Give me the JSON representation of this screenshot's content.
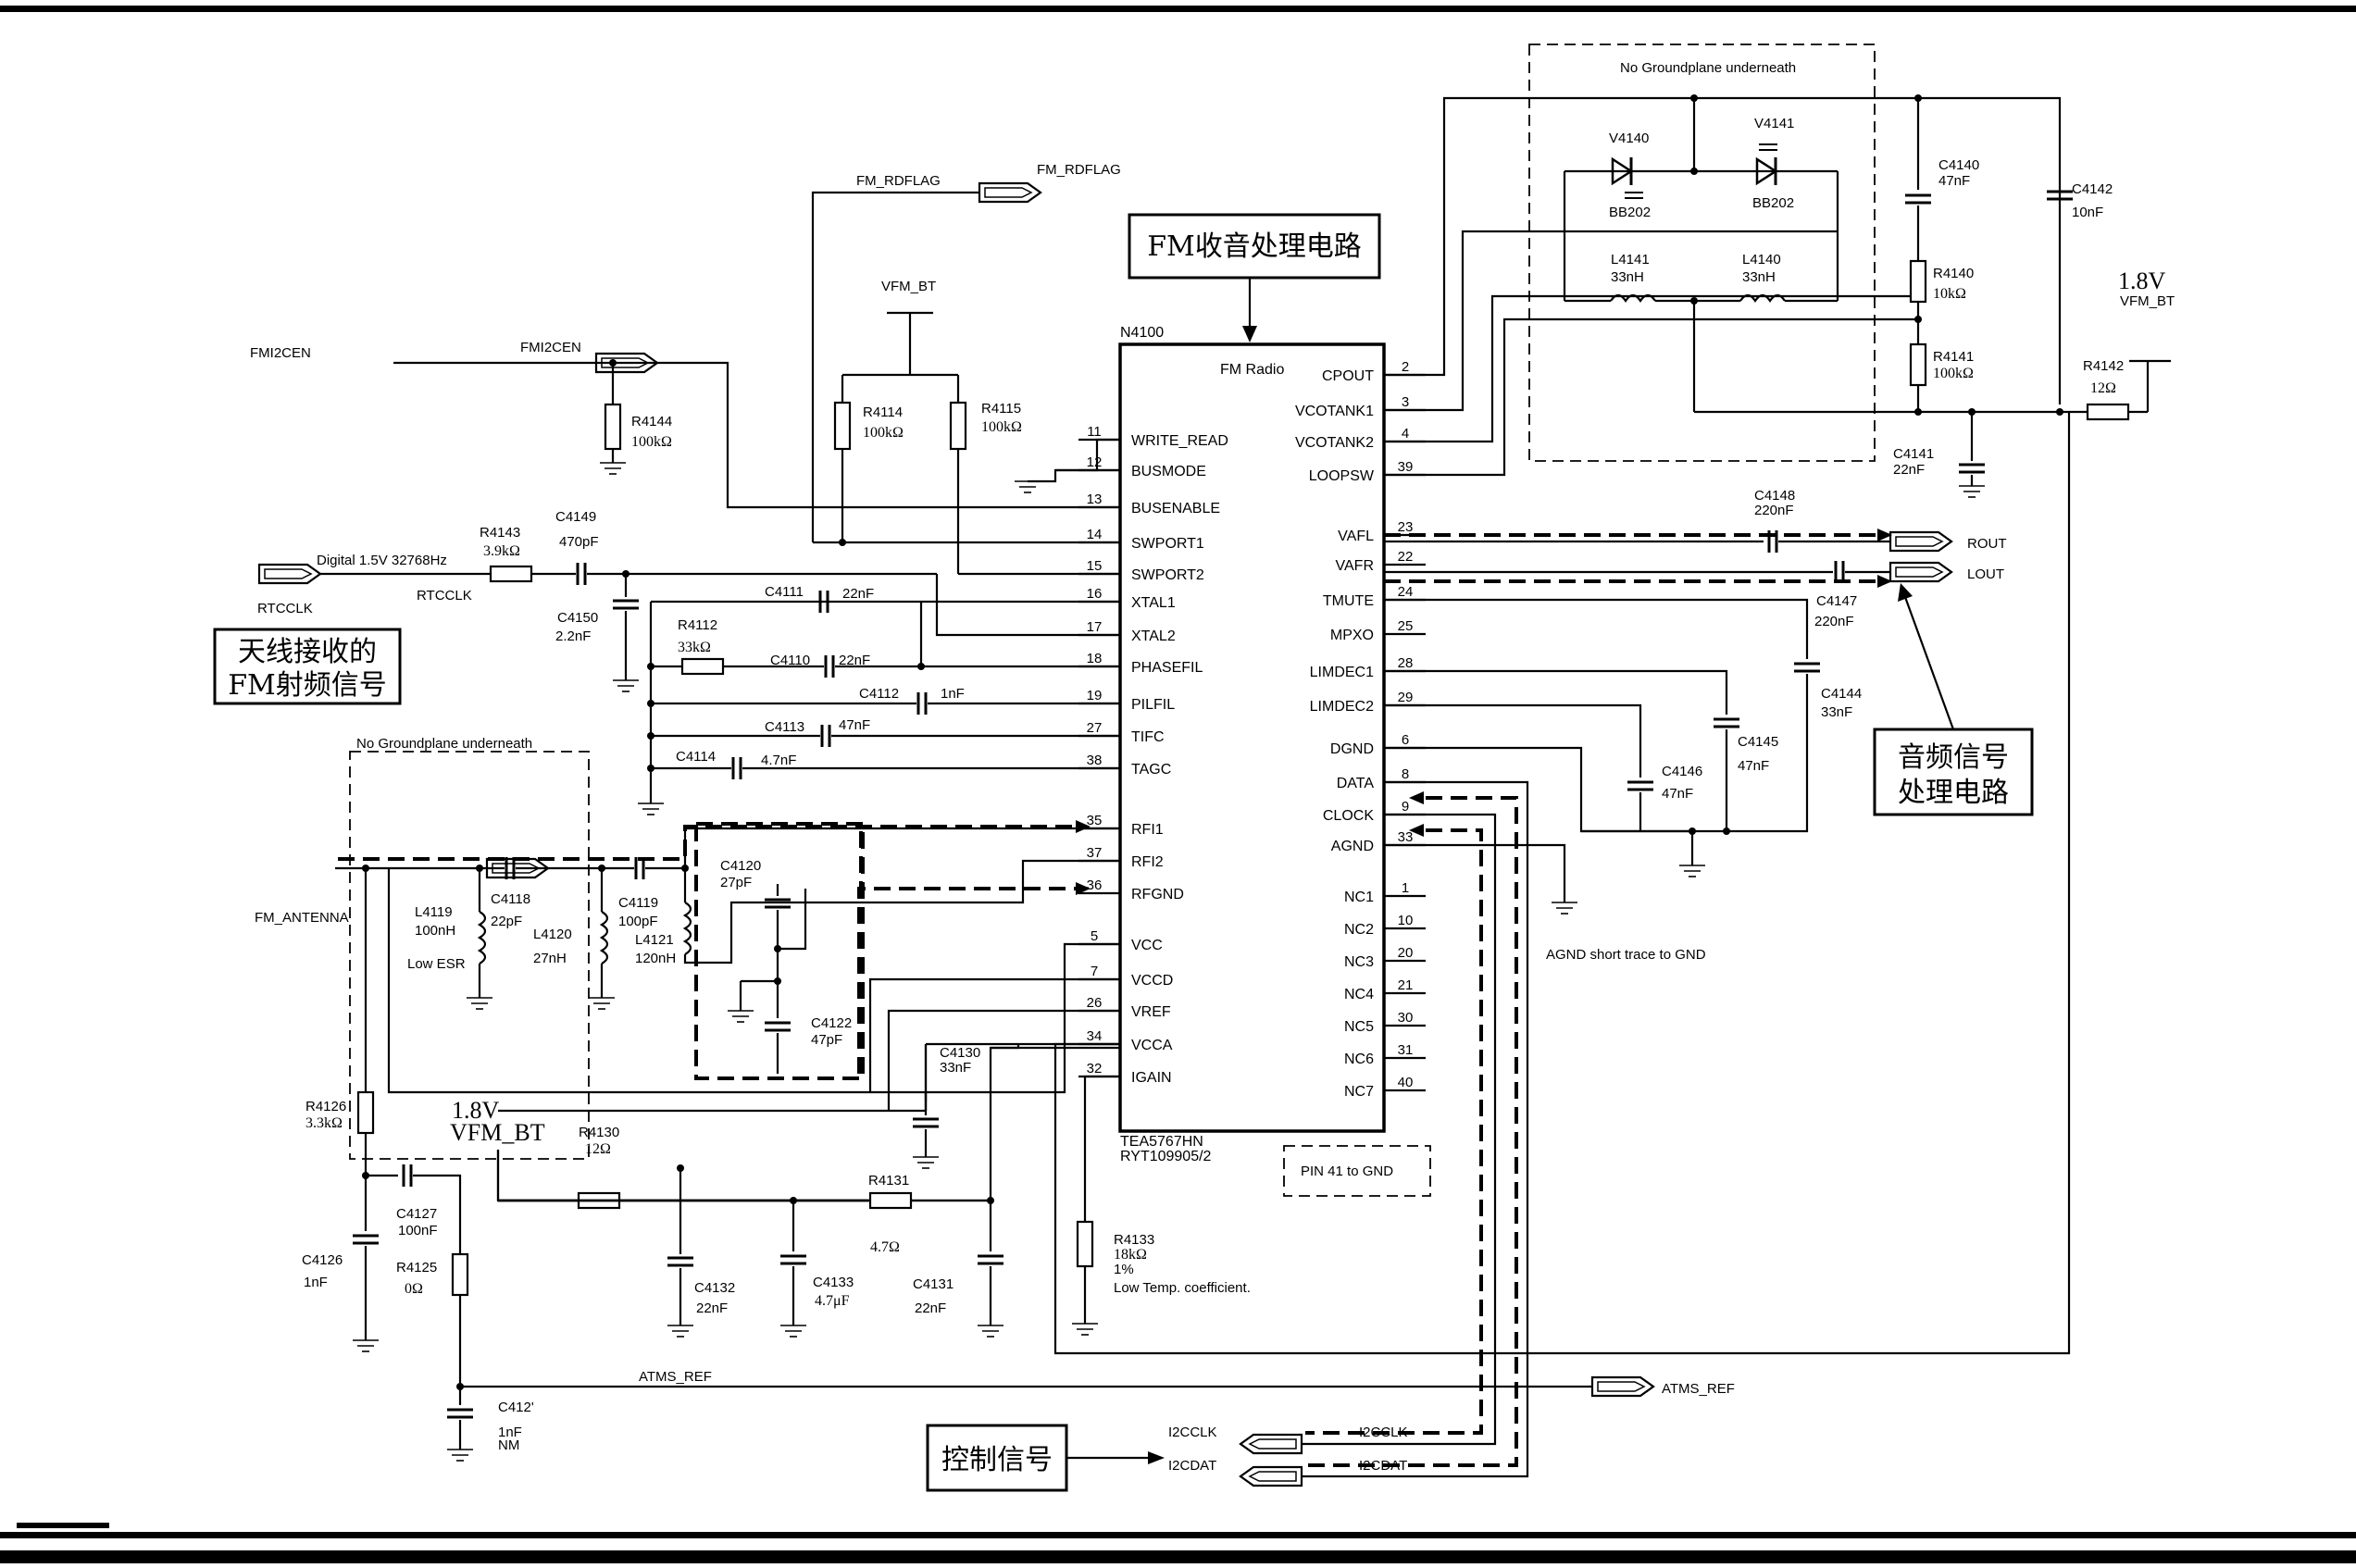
{
  "chip": {
    "ref": "N4100",
    "title": "FM Radio",
    "part": "TEA5767HN",
    "code": "RYT109905/2",
    "left_pins": [
      {
        "num": "11",
        "name": "WRITE_READ"
      },
      {
        "num": "12",
        "name": "BUSMODE"
      },
      {
        "num": "13",
        "name": "BUSENABLE"
      },
      {
        "num": "14",
        "name": "SWPORT1"
      },
      {
        "num": "15",
        "name": "SWPORT2"
      },
      {
        "num": "16",
        "name": "XTAL1"
      },
      {
        "num": "17",
        "name": "XTAL2"
      },
      {
        "num": "18",
        "name": "PHASEFIL"
      },
      {
        "num": "19",
        "name": "PILFIL"
      },
      {
        "num": "27",
        "name": "TIFC"
      },
      {
        "num": "38",
        "name": "TAGC"
      },
      {
        "num": "35",
        "name": "RFI1"
      },
      {
        "num": "37",
        "name": "RFI2"
      },
      {
        "num": "36",
        "name": "RFGND"
      },
      {
        "num": "5",
        "name": "VCC"
      },
      {
        "num": "7",
        "name": "VCCD"
      },
      {
        "num": "26",
        "name": "VREF"
      },
      {
        "num": "34",
        "name": "VCCA"
      },
      {
        "num": "32",
        "name": "IGAIN"
      }
    ],
    "right_pins": [
      {
        "num": "2",
        "name": "CPOUT"
      },
      {
        "num": "3",
        "name": "VCOTANK1"
      },
      {
        "num": "4",
        "name": "VCOTANK2"
      },
      {
        "num": "39",
        "name": "LOOPSW"
      },
      {
        "num": "23",
        "name": "VAFL"
      },
      {
        "num": "22",
        "name": "VAFR"
      },
      {
        "num": "24",
        "name": "TMUTE"
      },
      {
        "num": "25",
        "name": "MPXO"
      },
      {
        "num": "28",
        "name": "LIMDEC1"
      },
      {
        "num": "29",
        "name": "LIMDEC2"
      },
      {
        "num": "6",
        "name": "DGND"
      },
      {
        "num": "8",
        "name": "DATA"
      },
      {
        "num": "9",
        "name": "CLOCK"
      },
      {
        "num": "33",
        "name": "AGND"
      },
      {
        "num": "1",
        "name": "NC1"
      },
      {
        "num": "10",
        "name": "NC2"
      },
      {
        "num": "20",
        "name": "NC3"
      },
      {
        "num": "21",
        "name": "NC4"
      },
      {
        "num": "30",
        "name": "NC5"
      },
      {
        "num": "31",
        "name": "NC6"
      },
      {
        "num": "40",
        "name": "NC7"
      }
    ]
  },
  "annotations": {
    "fm_process": "FM收音处理电路",
    "antenna_line1": "天线接收的",
    "antenna_line2": "FM射频信号",
    "audio_line1": "音频信号",
    "audio_line2": "处理电路",
    "control": "控制信号",
    "no_gnd_top": "No Groundplane underneath",
    "no_gnd_left": "No Groundplane underneath",
    "agnd_note": "AGND short trace to GND",
    "pin41": "PIN 41 to GND",
    "low_esr": "Low ESR",
    "low_temp": "Low Temp. coefficient.",
    "digital_clk": "Digital 1.5V 32768Hz"
  },
  "ports": {
    "fm_rdflag_in": "FM_RDFLAG",
    "fm_rdflag_out": "FM_RDFLAG",
    "fmi2cen": "FMI2CEN",
    "fmi2cen_net": "FMI2CEN",
    "rtcclk": "RTCCLK",
    "rtcclk_net": "RTCCLK",
    "fm_antenna": "FM_ANTENNA",
    "rout": "ROUT",
    "lout": "LOUT",
    "atms_ref_net": "ATMS_REF",
    "atms_ref_port": "ATMS_REF",
    "i2cclk_left": "I2CCLK",
    "i2cdat_left": "I2CDAT",
    "i2cclk_right": "I2CCLK",
    "i2cdat_right": "I2CDAT",
    "vfm_bt_top": "VFM_BT"
  },
  "power": {
    "right_volt": "1.8V",
    "right_net": "VFM_BT",
    "left_volt": "1.8V",
    "left_net": "VFM_BT"
  },
  "components": {
    "R4114": {
      "ref": "R4114",
      "val": "100kΩ"
    },
    "R4115": {
      "ref": "R4115",
      "val": "100kΩ"
    },
    "R4144": {
      "ref": "R4144",
      "val": "100kΩ"
    },
    "R4143": {
      "ref": "R4143",
      "val": "3.9kΩ"
    },
    "C4149": {
      "ref": "C4149",
      "val": "470pF"
    },
    "C4150": {
      "ref": "C4150",
      "val": "2.2nF"
    },
    "C4111": {
      "ref": "C4111",
      "val": "22nF"
    },
    "R4112": {
      "ref": "R4112",
      "val": "33kΩ"
    },
    "C4110": {
      "ref": "C4110",
      "val": "22nF"
    },
    "C4112": {
      "ref": "C4112",
      "val": "1nF"
    },
    "C4113": {
      "ref": "C4113",
      "val": "47nF"
    },
    "C4114": {
      "ref": "C4114",
      "val": "4.7nF"
    },
    "C4118": {
      "ref": "C4118",
      "val": "22pF"
    },
    "C4119": {
      "ref": "C4119",
      "val": "100pF"
    },
    "L4119": {
      "ref": "L4119",
      "val": "100nH"
    },
    "L4120": {
      "ref": "L4120",
      "val": "27nH"
    },
    "L4121": {
      "ref": "L4121",
      "val": "120nH"
    },
    "C4120": {
      "ref": "C4120",
      "val": "27pF"
    },
    "C4122": {
      "ref": "C4122",
      "val": "47pF"
    },
    "R4126": {
      "ref": "R4126",
      "val": "3.3kΩ"
    },
    "C4127": {
      "ref": "C4127",
      "val": "100nF"
    },
    "C4126": {
      "ref": "C4126",
      "val": "1nF"
    },
    "R4125": {
      "ref": "R4125",
      "val": "0Ω"
    },
    "C4121": {
      "ref": "C412'",
      "val": "1nF",
      "val2": "NM"
    },
    "R4130": {
      "ref": "R4130",
      "val": "12Ω"
    },
    "C4130": {
      "ref": "C4130",
      "val": "33nF"
    },
    "R4131": {
      "ref": "R4131",
      "val": "4.7Ω"
    },
    "C4132": {
      "ref": "C4132",
      "val": "22nF"
    },
    "C4133": {
      "ref": "C4133",
      "val": "4.7μF"
    },
    "C4131": {
      "ref": "C4131",
      "val": "22nF"
    },
    "R4133": {
      "ref": "R4133",
      "val": "18kΩ",
      "val2": "1%"
    },
    "V4140": {
      "ref": "V4140",
      "val": "BB202"
    },
    "V4141": {
      "ref": "V4141",
      "val": "BB202"
    },
    "L4141": {
      "ref": "L4141",
      "val": "33nH"
    },
    "L4140": {
      "ref": "L4140",
      "val": "33nH"
    },
    "C4140": {
      "ref": "C4140",
      "val": "47nF"
    },
    "C4142": {
      "ref": "C4142",
      "val": "10nF"
    },
    "R4140": {
      "ref": "R4140",
      "val": "10kΩ"
    },
    "R4141": {
      "ref": "R4141",
      "val": "100kΩ"
    },
    "C4141": {
      "ref": "C4141",
      "val": "22nF"
    },
    "R4142": {
      "ref": "R4142",
      "val": "12Ω"
    },
    "C4148": {
      "ref": "C4148",
      "val": "220nF"
    },
    "C4147": {
      "ref": "C4147",
      "val": "220nF"
    },
    "C4144": {
      "ref": "C4144",
      "val": "33nF"
    },
    "C4145": {
      "ref": "C4145",
      "val": "47nF"
    },
    "C4146": {
      "ref": "C4146",
      "val": "47nF"
    }
  }
}
